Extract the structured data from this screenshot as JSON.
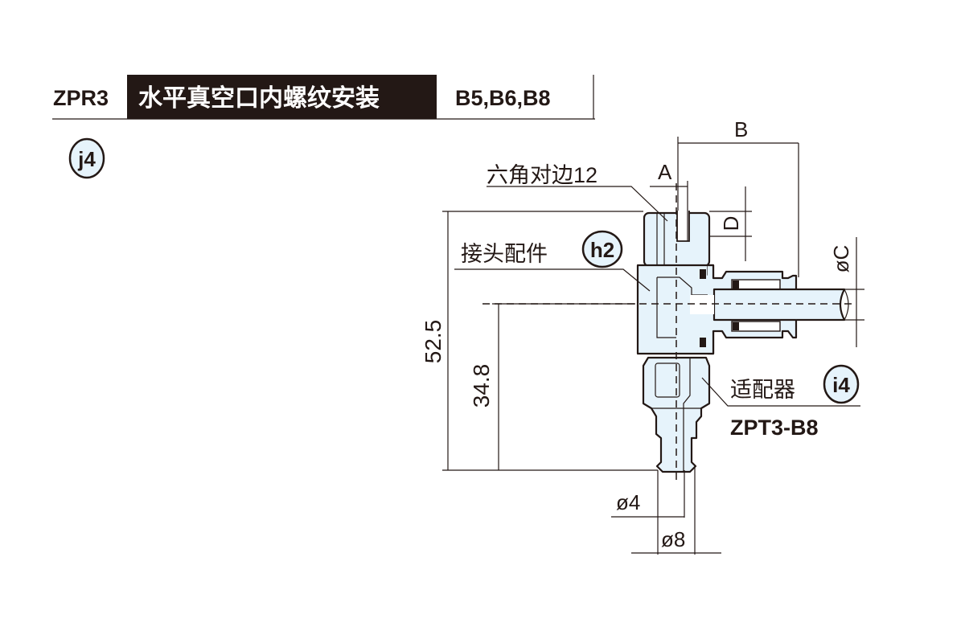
{
  "header": {
    "model": "ZPR3",
    "title": "水平真空口内螺纹安装",
    "variants": "B5,B6,B8"
  },
  "section_badge": "j4",
  "callouts": {
    "hex_width": "六角对边12",
    "fitting_label": "接头配件",
    "fitting_badge": "h2",
    "adapter_label": "适配器",
    "adapter_badge": "i4",
    "adapter_model": "ZPT3-B8"
  },
  "dimensions": {
    "a": "A",
    "b": "B",
    "d": "D",
    "c": "øC",
    "overall_height": "52.5",
    "center_height": "34.8",
    "tip_inner": "ø4",
    "tip_outer": "ø8"
  },
  "colors": {
    "part_fill": "#e6f3fb",
    "line": "#231815",
    "title_bg": "#231815"
  }
}
